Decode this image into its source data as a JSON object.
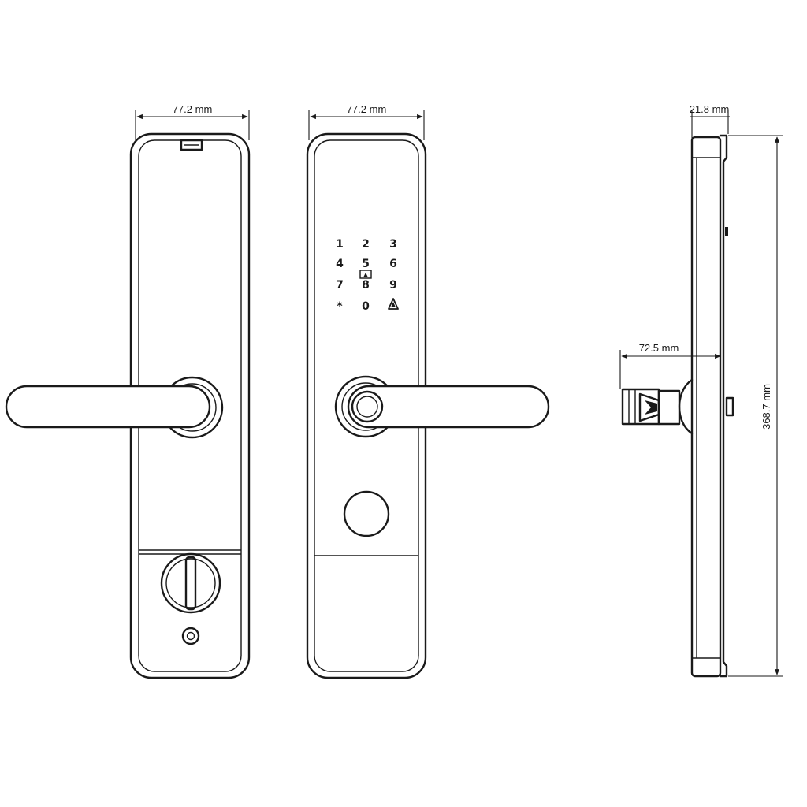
{
  "dimensions": {
    "back_width": "77.2 mm",
    "front_width": "77.2 mm",
    "side_depth": "21.8 mm",
    "handle_projection": "72.5 mm",
    "height": "368.7 mm"
  },
  "keypad": {
    "keys": [
      "1",
      "2",
      "3",
      "4",
      "5",
      "6",
      "7",
      "8",
      "9",
      "*",
      "0"
    ],
    "doorbell_icon": "bell-icon",
    "card_icon": "card-reader-icon"
  },
  "colors": {
    "line": "#1a1a1a",
    "background": "#ffffff"
  }
}
